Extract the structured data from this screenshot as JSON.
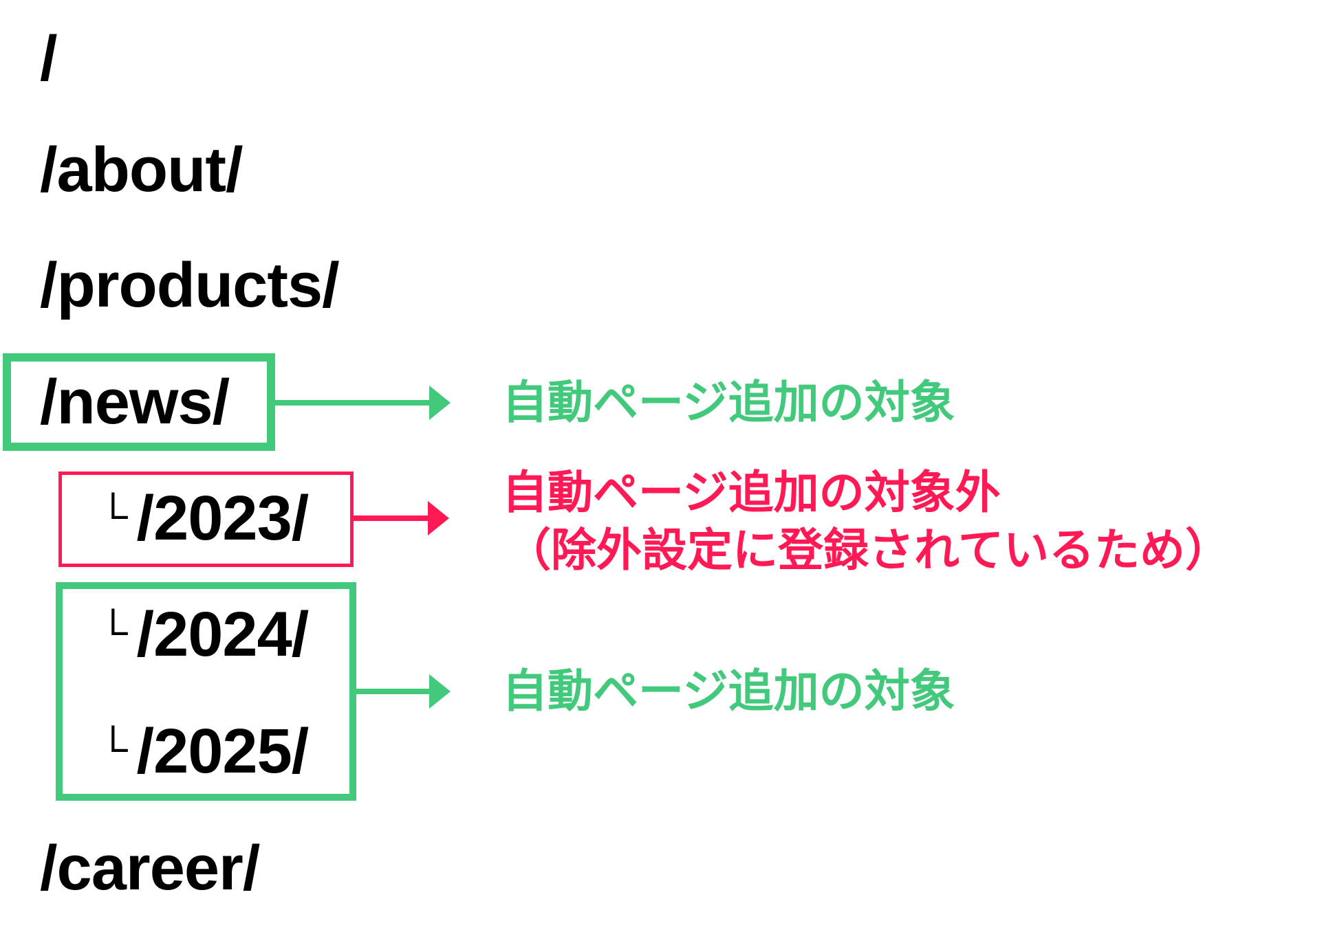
{
  "colors": {
    "included": "#43c97c",
    "excluded": "#ff1a55",
    "text": "#000000"
  },
  "paths": [
    {
      "label": "/"
    },
    {
      "label": "/about/"
    },
    {
      "label": "/products/"
    },
    {
      "label": "/news/"
    },
    {
      "label": "/2023/",
      "tree": "└"
    },
    {
      "label": "/2024/",
      "tree": "└"
    },
    {
      "label": "/2025/",
      "tree": "└"
    },
    {
      "label": "/career/"
    }
  ],
  "annotations": {
    "news": "自動ページ追加の対象",
    "y2023_line1": "自動ページ追加の対象外",
    "y2023_line2": "（除外設定に登録されているため）",
    "y2024_2025": "自動ページ追加の対象"
  }
}
